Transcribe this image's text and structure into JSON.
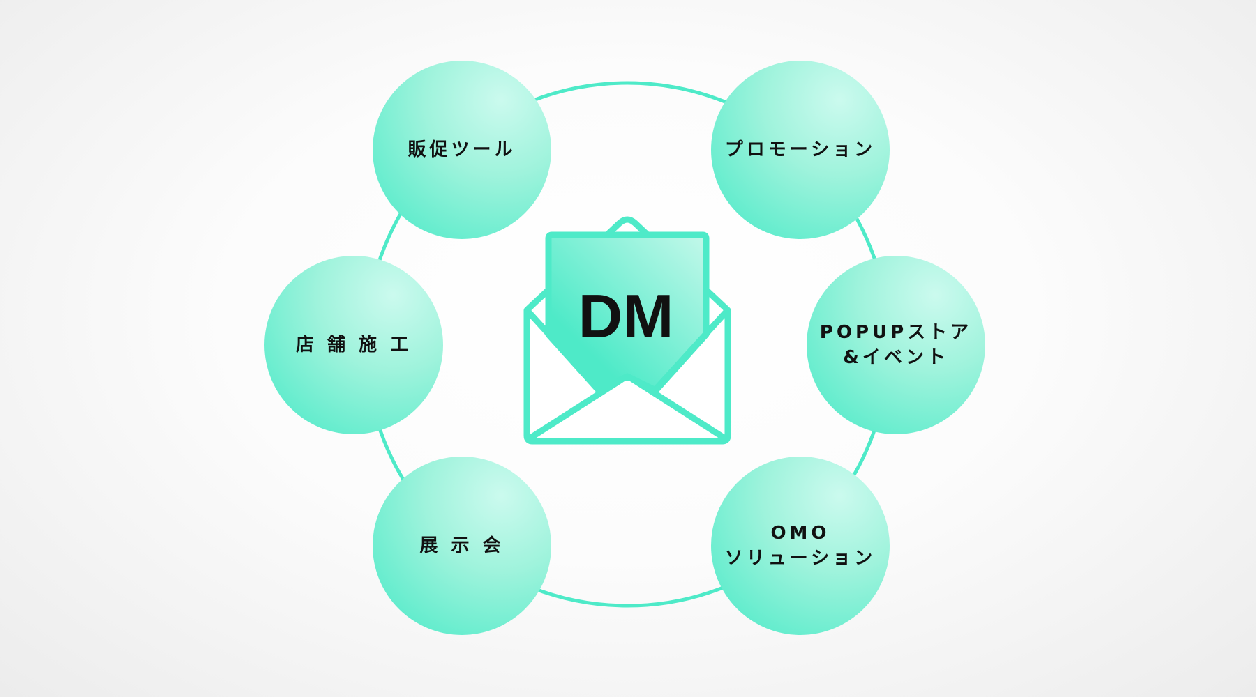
{
  "center": {
    "label": "DM",
    "icon": "envelope-open-icon"
  },
  "colors": {
    "accent": "#4eeac8",
    "accent_light": "#cbfaee",
    "text": "#111111"
  },
  "nodes": [
    {
      "label": "販促ツール"
    },
    {
      "label": "プロモーション"
    },
    {
      "label": "店 舗 施 工"
    },
    {
      "label": "POPUPストア\n&イベント"
    },
    {
      "label": "展 示 会"
    },
    {
      "label": "OMO\nソリューション"
    }
  ]
}
